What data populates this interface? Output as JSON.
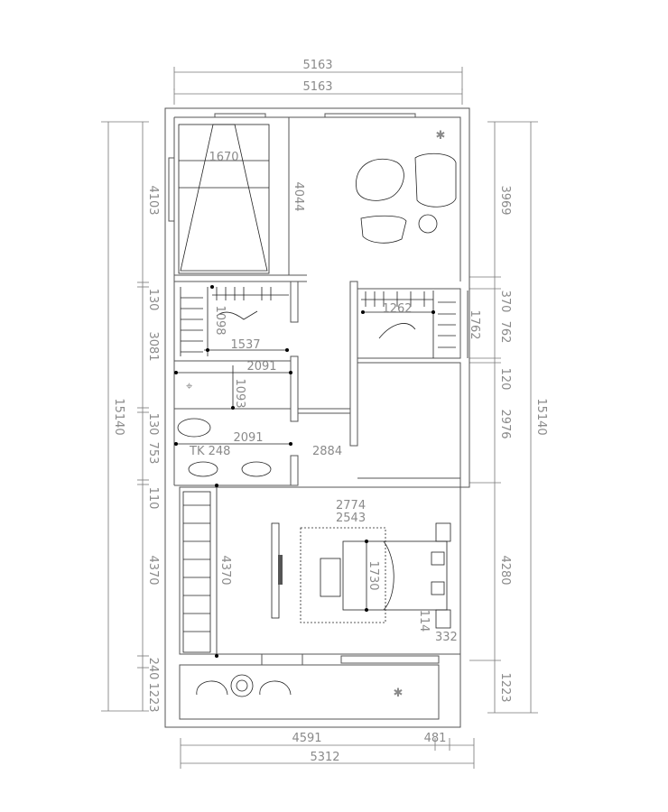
{
  "top_dims": [
    "5163",
    "5163"
  ],
  "bottom_dims": [
    "4591",
    "481",
    "5312"
  ],
  "left_dims": [
    "4103",
    "130",
    "3081",
    "130",
    "753",
    "110",
    "4370",
    "240",
    "1223",
    "15140"
  ],
  "right_dims": [
    "3969",
    "370",
    "762",
    "120",
    "2976",
    "4280",
    "1223",
    "15140"
  ],
  "rooms": {
    "top_left": "1670",
    "top_wall": "4044",
    "closet1": "1537",
    "closet1_small": "1098",
    "closet2": "1262",
    "closet2_side": "1762",
    "bath_width1": "2091",
    "bath_depth": "1093",
    "bath_width2": "2091",
    "bath_small": "TK 248",
    "corridor": "2884",
    "bedroom_wardrobe": "4370",
    "bed_width": "1730",
    "bed_side": "332",
    "bed_side2": "114",
    "note1": "2774",
    "note2": "2543"
  }
}
